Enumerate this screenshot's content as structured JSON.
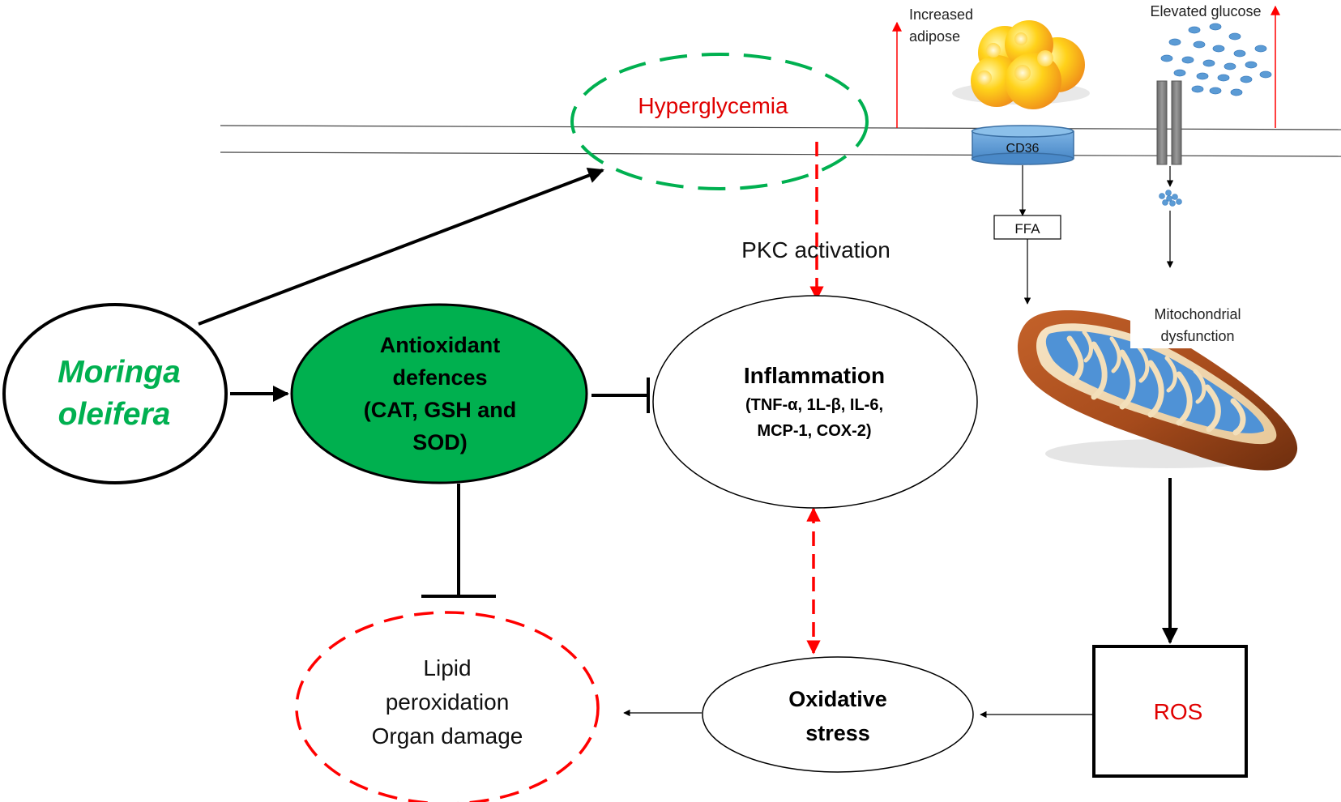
{
  "colors": {
    "green": "#00b050",
    "green_fill": "#00b04f",
    "red": "#e00000",
    "red_dash": "#ff0000",
    "black": "#000000",
    "cd36_fill": "#5b9bd5",
    "channel": "#808080",
    "glucose_dot": "#5b9bd5"
  },
  "nodes": {
    "moringa": {
      "line1": "Moringa",
      "line2": "oleifera"
    },
    "antioxidant": {
      "line1": "Antioxidant",
      "line2": "defences",
      "line3": "(CAT, GSH and",
      "line4": "SOD)"
    },
    "inflammation": {
      "title": "Inflammation",
      "line1": "(TNF-α, 1L-β, IL-6,",
      "line2": "MCP-1, COX-2)"
    },
    "hyperglycemia": {
      "label": "Hyperglycemia"
    },
    "oxidative": {
      "line1": "Oxidative",
      "line2": "stress"
    },
    "lipid": {
      "line1": "Lipid",
      "line2": "peroxidation",
      "line3": "Organ damage"
    },
    "ros": {
      "label": "ROS"
    },
    "ffa": {
      "label": "FFA"
    },
    "cd36": {
      "label": "CD36"
    }
  },
  "labels": {
    "pkc": "PKC activation",
    "adipose_line1": "Increased",
    "adipose_line2": "adipose",
    "glucose": "Elevated glucose",
    "mito_line1": "Mitochondrial",
    "mito_line2": "dysfunction"
  },
  "icons": [
    "adipocyte-cluster-icon",
    "glucose-molecules-icon",
    "glucose-channel-icon",
    "mitochondrion-icon"
  ]
}
